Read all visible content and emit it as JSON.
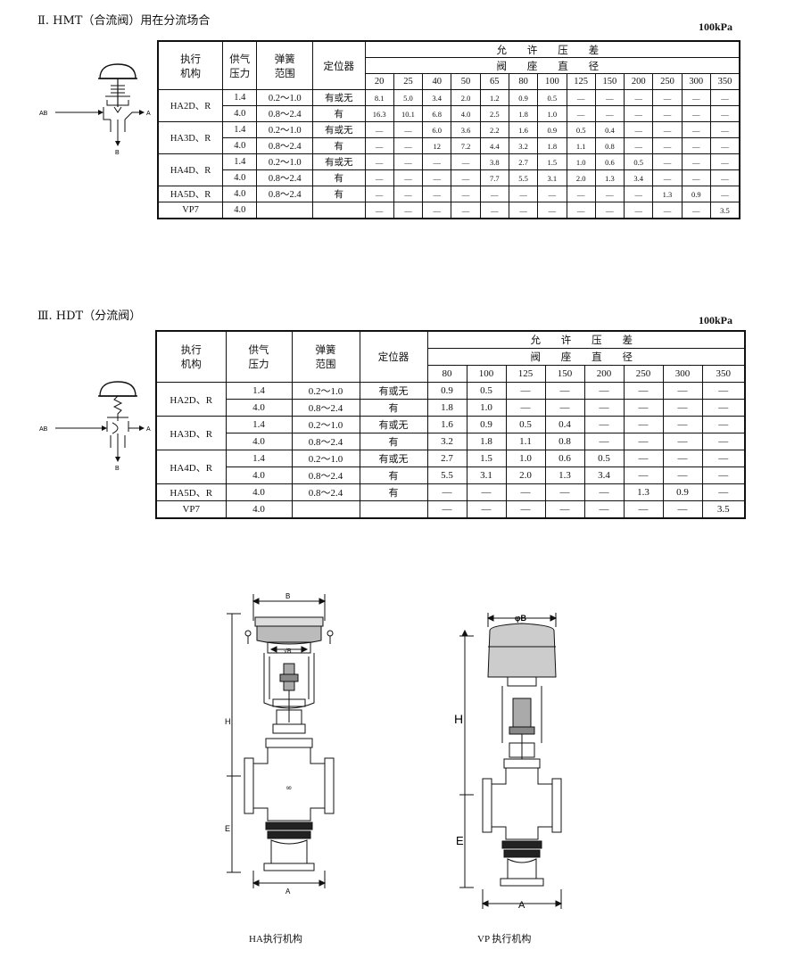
{
  "section2": {
    "title": "Ⅱ. HMT（合流阀）用在分流场合",
    "unit": "100kPa",
    "header": {
      "actuator": "执行\n机构",
      "supply": "供气\n压力",
      "spring": "弹簧\n范围",
      "positioner": "定位器",
      "allow": "允 许 压 差",
      "seat": "阀 座 直 径"
    },
    "diameters": [
      "20",
      "25",
      "40",
      "50",
      "65",
      "80",
      "100",
      "125",
      "150",
      "200",
      "250",
      "300",
      "350"
    ],
    "rows": [
      {
        "group": "HA2D、R",
        "supply": "1.4",
        "spring": "0.2～1.0",
        "positioner": "有或无",
        "values": [
          "8.1",
          "5.0",
          "3.4",
          "2.0",
          "1.2",
          "0.9",
          "0.5",
          "—",
          "—",
          "—",
          "—",
          "—",
          "—"
        ]
      },
      {
        "group": "",
        "supply": "4.0",
        "spring": "0.8～2.4",
        "positioner": "有",
        "values": [
          "16.3",
          "10.1",
          "6.8",
          "4.0",
          "2.5",
          "1.8",
          "1.0",
          "—",
          "—",
          "—",
          "—",
          "—",
          "—"
        ]
      },
      {
        "group": "HA3D、R",
        "supply": "1.4",
        "spring": "0.2～1.0",
        "positioner": "有或无",
        "values": [
          "—",
          "—",
          "6.0",
          "3.6",
          "2.2",
          "1.6",
          "0.9",
          "0.5",
          "0.4",
          "—",
          "—",
          "—",
          "—"
        ]
      },
      {
        "group": "",
        "supply": "4.0",
        "spring": "0.8～2.4",
        "positioner": "有",
        "values": [
          "—",
          "—",
          "12",
          "7.2",
          "4.4",
          "3.2",
          "1.8",
          "1.1",
          "0.8",
          "—",
          "—",
          "—",
          "—"
        ]
      },
      {
        "group": "HA4D、R",
        "supply": "1.4",
        "spring": "0.2～1.0",
        "positioner": "有或无",
        "values": [
          "—",
          "—",
          "—",
          "—",
          "3.8",
          "2.7",
          "1.5",
          "1.0",
          "0.6",
          "0.5",
          "—",
          "—",
          "—"
        ]
      },
      {
        "group": "",
        "supply": "4.0",
        "spring": "0.8～2.4",
        "positioner": "有",
        "values": [
          "—",
          "—",
          "—",
          "—",
          "7.7",
          "5.5",
          "3.1",
          "2.0",
          "1.3",
          "3.4",
          "—",
          "—",
          "—"
        ]
      },
      {
        "group": "HA5D、R",
        "supply": "4.0",
        "spring": "0.8～2.4",
        "positioner": "有",
        "values": [
          "—",
          "—",
          "—",
          "—",
          "—",
          "—",
          "—",
          "—",
          "—",
          "—",
          "1.3",
          "0.9",
          "—"
        ]
      },
      {
        "group": "VP7",
        "supply": "4.0",
        "spring": "",
        "positioner": "",
        "values": [
          "—",
          "—",
          "—",
          "—",
          "—",
          "—",
          "—",
          "—",
          "—",
          "—",
          "—",
          "—",
          "3.5"
        ]
      }
    ]
  },
  "section3": {
    "title": "Ⅲ. HDT（分流阀）",
    "unit": "100kPa",
    "header": {
      "actuator": "执行\n机构",
      "supply": "供气\n压力",
      "spring": "弹簧\n范围",
      "positioner": "定位器",
      "allow": "允 许 压 差",
      "seat": "阀 座 直 径"
    },
    "diameters": [
      "80",
      "100",
      "125",
      "150",
      "200",
      "250",
      "300",
      "350"
    ],
    "rows": [
      {
        "group": "HA2D、R",
        "supply": "1.4",
        "spring": "0.2～1.0",
        "positioner": "有或无",
        "values": [
          "0.9",
          "0.5",
          "—",
          "—",
          "—",
          "—",
          "—",
          "—"
        ]
      },
      {
        "group": "",
        "supply": "4.0",
        "spring": "0.8～2.4",
        "positioner": "有",
        "values": [
          "1.8",
          "1.0",
          "—",
          "—",
          "—",
          "—",
          "—",
          "—"
        ]
      },
      {
        "group": "HA3D、R",
        "supply": "1.4",
        "spring": "0.2～1.0",
        "positioner": "有或无",
        "values": [
          "1.6",
          "0.9",
          "0.5",
          "0.4",
          "—",
          "—",
          "—",
          "—"
        ]
      },
      {
        "group": "",
        "supply": "4.0",
        "spring": "0.8～2.4",
        "positioner": "有",
        "values": [
          "3.2",
          "1.8",
          "1.1",
          "0.8",
          "—",
          "—",
          "—",
          "—"
        ]
      },
      {
        "group": "HA4D、R",
        "supply": "1.4",
        "spring": "0.2～1.0",
        "positioner": "有或无",
        "values": [
          "2.7",
          "1.5",
          "1.0",
          "0.6",
          "0.5",
          "—",
          "—",
          "—"
        ]
      },
      {
        "group": "",
        "supply": "4.0",
        "spring": "0.8～2.4",
        "positioner": "有",
        "values": [
          "5.5",
          "3.1",
          "2.0",
          "1.3",
          "3.4",
          "—",
          "—",
          "—"
        ]
      },
      {
        "group": "HA5D、R",
        "supply": "4.0",
        "spring": "0.8～2.4",
        "positioner": "有",
        "values": [
          "—",
          "—",
          "—",
          "—",
          "—",
          "1.3",
          "0.9",
          "—"
        ]
      },
      {
        "group": "VP7",
        "supply": "4.0",
        "spring": "",
        "positioner": "",
        "values": [
          "—",
          "—",
          "—",
          "—",
          "—",
          "—",
          "—",
          "3.5"
        ]
      }
    ]
  },
  "schematic": {
    "port_ab": "AB",
    "port_a": "A",
    "port_b": "B"
  },
  "drawings": {
    "ha": {
      "caption": "HA执行机构",
      "dim_b": "B",
      "dim_phi_b": "√B",
      "dim_h": "H",
      "dim_e": "E",
      "dim_a": "A"
    },
    "vp": {
      "caption": "VP 执行机构",
      "dim_phi_b": "φB",
      "dim_h": "H",
      "dim_e": "E",
      "dim_a": "A"
    }
  }
}
